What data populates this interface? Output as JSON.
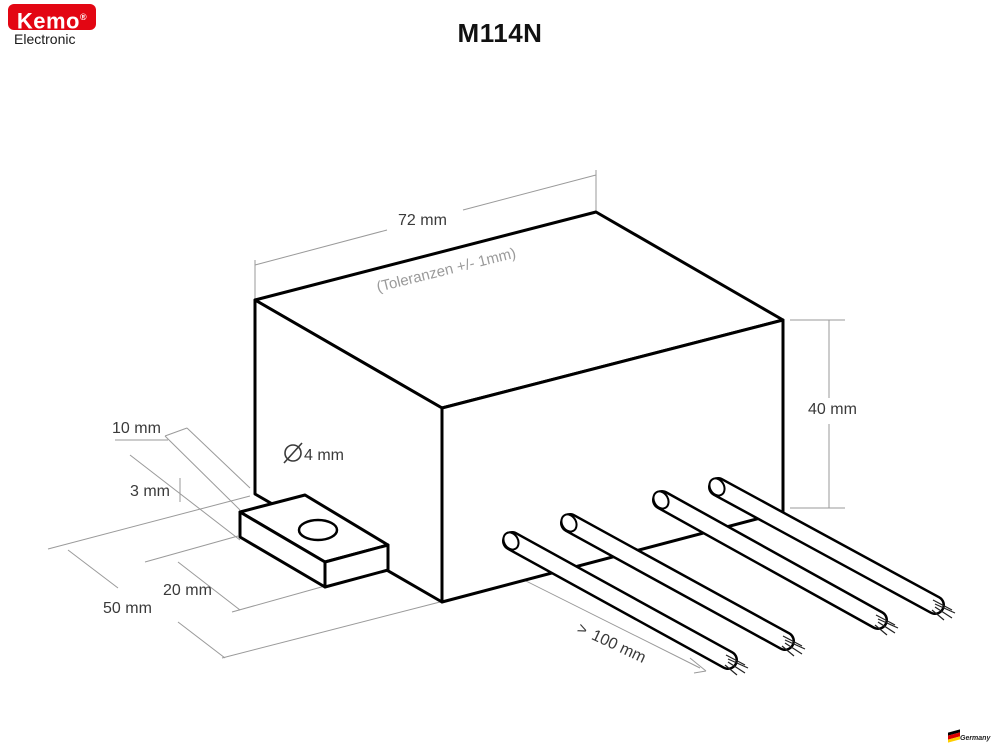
{
  "logo": {
    "brand": "Kemo",
    "registered": "®",
    "subtitle": "Electronic"
  },
  "title": "M114N",
  "dimensions": {
    "length": "72 mm",
    "tolerance": "(Toleranzen +/- 1mm)",
    "height": "40 mm",
    "tab_length": "10 mm",
    "tab_thickness": "3 mm",
    "hole_diameter": "4 mm",
    "tab_offset": "20 mm",
    "width": "50 mm",
    "cable_length": "100 mm",
    "cable_length_prefix": ">"
  },
  "badge": {
    "text": "Germany",
    "flag_colors": [
      "#000000",
      "#dd0000",
      "#ffce00"
    ]
  },
  "colors": {
    "brand_red": "#e30613",
    "outline": "#000000",
    "dimension_line": "#9a9a9a"
  },
  "wires": 4
}
